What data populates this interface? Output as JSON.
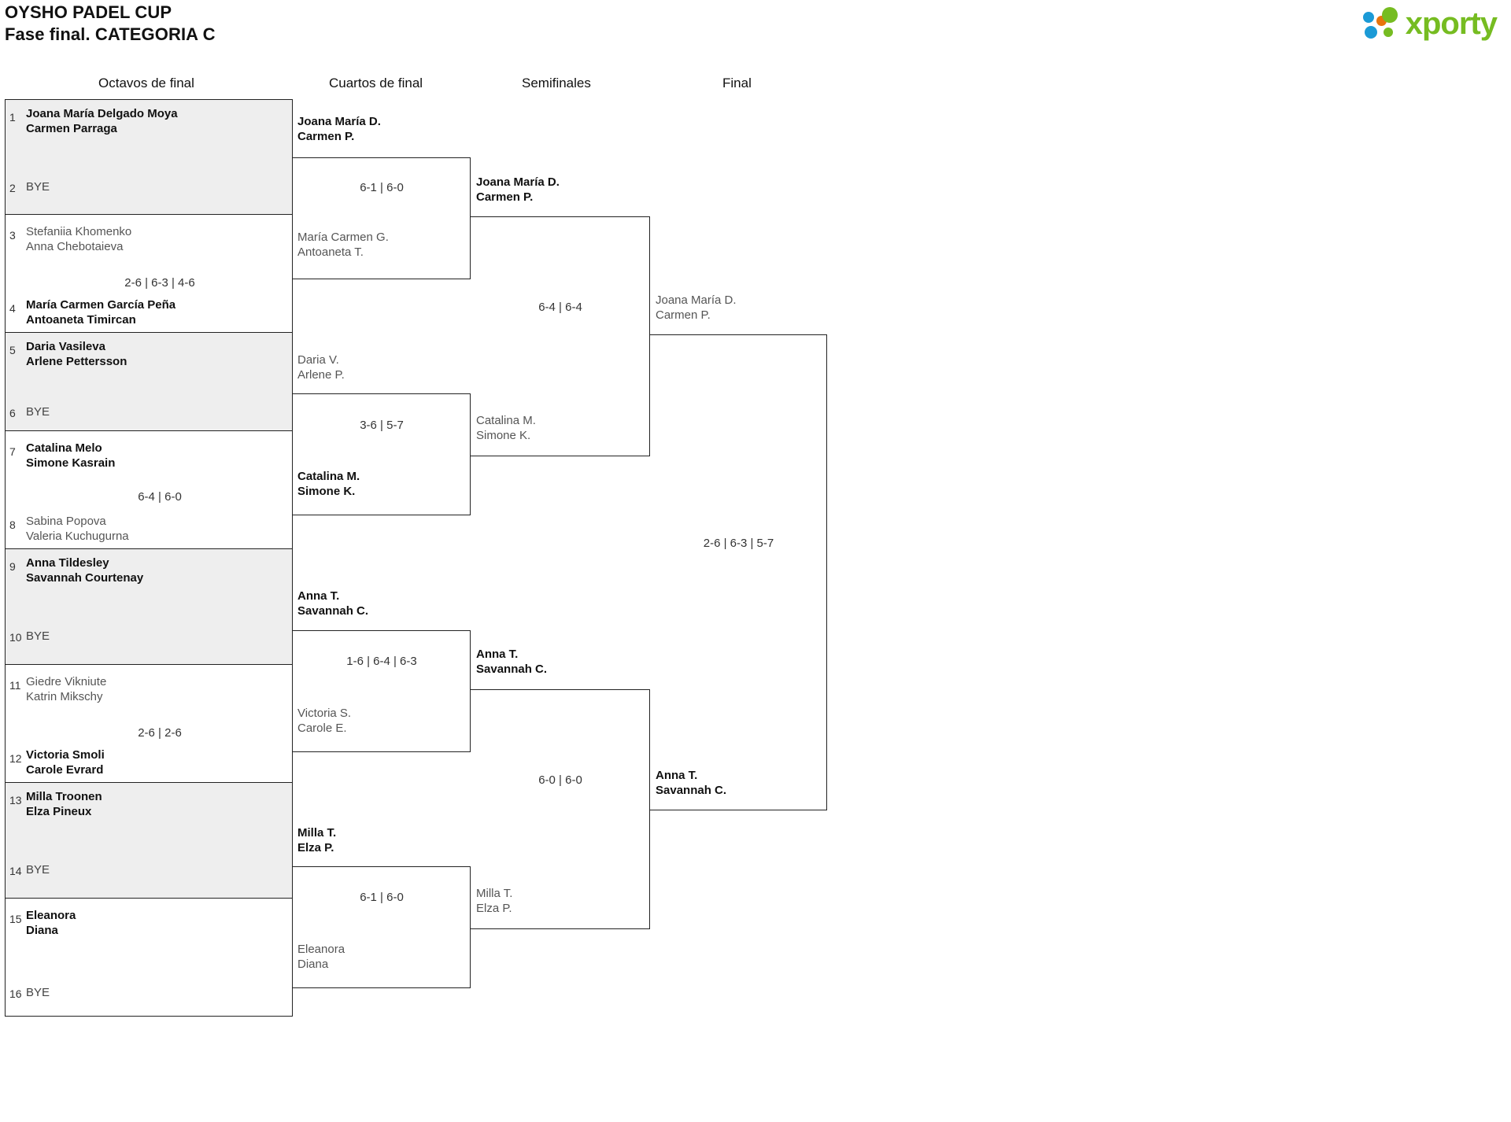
{
  "header": {
    "title_line1": "OYSHO PADEL CUP",
    "title_line2": "Fase final. CATEGORIA C",
    "logo_text": "xporty",
    "logo_colors": {
      "green": "#76bc21",
      "orange": "#e8740c",
      "blue": "#1b9ad6"
    }
  },
  "rounds": [
    {
      "label": "Octavos de final"
    },
    {
      "label": "Cuartos de final"
    },
    {
      "label": "Semifinales"
    },
    {
      "label": "Final"
    }
  ],
  "round1": [
    {
      "shaded": true,
      "seed_top": "1",
      "seed_bottom": "2",
      "top_l1": "Joana María Delgado Moya",
      "top_l2": "Carmen Parraga",
      "bottom_l1": "BYE",
      "bottom_l2": "",
      "top_state": "winner",
      "bottom_state": "bye",
      "score": ""
    },
    {
      "shaded": false,
      "seed_top": "3",
      "seed_bottom": "4",
      "top_l1": "Stefaniia Khomenko",
      "top_l2": "Anna Chebotaieva",
      "bottom_l1": "María Carmen García Peña",
      "bottom_l2": "Antoaneta Timircan",
      "top_state": "loser",
      "bottom_state": "winner",
      "score": "2-6 | 6-3 | 4-6"
    },
    {
      "shaded": true,
      "seed_top": "5",
      "seed_bottom": "6",
      "top_l1": "Daria Vasileva",
      "top_l2": "Arlene Pettersson",
      "bottom_l1": "BYE",
      "bottom_l2": "",
      "top_state": "winner",
      "bottom_state": "bye",
      "score": ""
    },
    {
      "shaded": false,
      "seed_top": "7",
      "seed_bottom": "8",
      "top_l1": "Catalina Melo",
      "top_l2": "Simone Kasrain",
      "bottom_l1": "Sabina Popova",
      "bottom_l2": "Valeria Kuchugurna",
      "top_state": "winner",
      "bottom_state": "loser",
      "score": "6-4 | 6-0"
    },
    {
      "shaded": true,
      "seed_top": "9",
      "seed_bottom": "10",
      "top_l1": "Anna Tildesley",
      "top_l2": "Savannah Courtenay",
      "bottom_l1": "BYE",
      "bottom_l2": "",
      "top_state": "winner",
      "bottom_state": "bye",
      "score": ""
    },
    {
      "shaded": false,
      "seed_top": "11",
      "seed_bottom": "12",
      "top_l1": "Giedre Vikniute",
      "top_l2": "Katrin Mikschy",
      "bottom_l1": "Victoria Smoli",
      "bottom_l2": "Carole Evrard",
      "top_state": "loser",
      "bottom_state": "winner",
      "score": "2-6 | 2-6"
    },
    {
      "shaded": true,
      "seed_top": "13",
      "seed_bottom": "14",
      "top_l1": "Milla Troonen",
      "top_l2": "Elza Pineux",
      "bottom_l1": "BYE",
      "bottom_l2": "",
      "top_state": "winner",
      "bottom_state": "bye",
      "score": ""
    },
    {
      "shaded": false,
      "seed_top": "15",
      "seed_bottom": "16",
      "top_l1": "Eleanora",
      "top_l2": "Diana",
      "bottom_l1": "BYE",
      "bottom_l2": "",
      "top_state": "winner",
      "bottom_state": "bye",
      "score": ""
    }
  ],
  "quarterfinals": [
    {
      "top_l1": "Joana María D.",
      "top_l2": "Carmen P.",
      "top_state": "winner",
      "bottom_l1": "María Carmen G.",
      "bottom_l2": "Antoaneta T.",
      "bottom_state": "loser",
      "score": "6-1 | 6-0"
    },
    {
      "top_l1": "Daria V.",
      "top_l2": "Arlene P.",
      "top_state": "loser",
      "bottom_l1": "Catalina M.",
      "bottom_l2": "Simone K.",
      "bottom_state": "winner",
      "score": "3-6 | 5-7"
    },
    {
      "top_l1": "Anna T.",
      "top_l2": "Savannah C.",
      "top_state": "winner",
      "bottom_l1": "Victoria S.",
      "bottom_l2": "Carole E.",
      "bottom_state": "loser",
      "score": "1-6 | 6-4 | 6-3"
    },
    {
      "top_l1": "Milla T.",
      "top_l2": "Elza P.",
      "top_state": "winner",
      "bottom_l1": "Eleanora",
      "bottom_l2": "Diana",
      "bottom_state": "loser",
      "score": "6-1 | 6-0"
    }
  ],
  "semifinals": [
    {
      "top_l1": "Joana María D.",
      "top_l2": "Carmen P.",
      "top_state": "winner",
      "bottom_l1": "Catalina M.",
      "bottom_l2": "Simone K.",
      "bottom_state": "loser",
      "score": "6-4 | 6-4"
    },
    {
      "top_l1": "Anna T.",
      "top_l2": "Savannah C.",
      "top_state": "winner",
      "bottom_l1": "Milla T.",
      "bottom_l2": "Elza P.",
      "bottom_state": "loser",
      "score": "6-0 | 6-0"
    }
  ],
  "final": {
    "top_l1": "Joana María D.",
    "top_l2": "Carmen P.",
    "top_state": "loser",
    "bottom_l1": "Anna T.",
    "bottom_l2": "Savannah C.",
    "bottom_state": "winner",
    "score": "2-6 | 6-3 | 5-7"
  }
}
